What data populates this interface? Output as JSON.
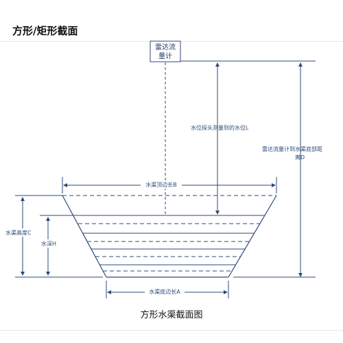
{
  "page": {
    "title": "方形/矩形截面",
    "caption": "方形水渠截面图"
  },
  "diagram": {
    "meter_label_line1": "雷达流",
    "meter_label_line2": "量计",
    "label_level_L": "水位探头测量到的水位L",
    "label_distance_D_line1": "雷达流量计到水渠底部距",
    "label_distance_D_line2": "离D",
    "label_top_B": "水渠顶边长B",
    "label_height_C": "水渠高度C",
    "label_depth_H": "水深H",
    "label_bottom_A": "水渠底边长A"
  },
  "colors": {
    "line": "#2b4a7a",
    "text": "#1f3b66"
  }
}
